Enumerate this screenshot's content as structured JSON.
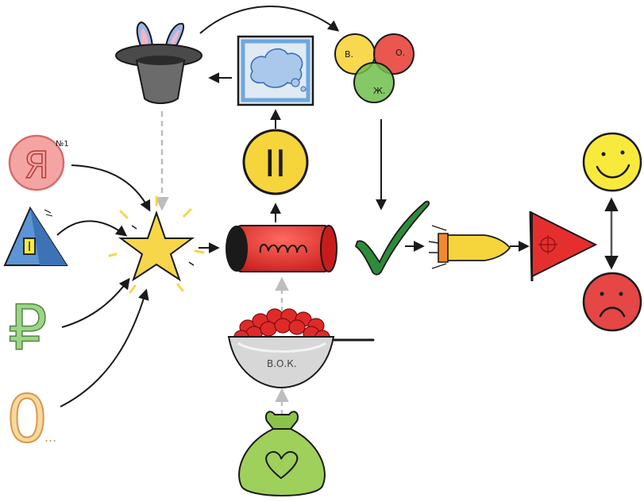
{
  "labels": {
    "ya": "Я",
    "ya_superscript": "№1",
    "ruble": "₽",
    "zero": "0",
    "zero_dots": "...",
    "pause": "II",
    "venn_b": "В.",
    "venn_o": "О.",
    "venn_zh": "Ж.",
    "bowl": "В.О.К."
  },
  "colors": {
    "accent_red": "#e52f2f",
    "accent_yellow": "#f6d43b",
    "accent_green": "#8bc34a",
    "check_green": "#2e7d32",
    "sky_blue": "#6fa6dc",
    "pink": "#f4a5a3",
    "sad_red": "#e54646",
    "happy_yellow": "#f8ea3c",
    "gray": "#555555",
    "arrow": "#1a1a1a",
    "dashed": "#bdbdbd"
  },
  "icons": [
    "top-hat-rabbit-icon",
    "picture-frame-cloud-icon",
    "venn-circles-icon",
    "ya-circle-icon",
    "pyramid-icon",
    "ruble-icon",
    "zero-icon",
    "sparkle-star-icon",
    "pause-circle-icon",
    "red-cylinder-coil-icon",
    "checkmark-icon",
    "bullet-icon",
    "red-flag-target-icon",
    "happy-face-icon",
    "sad-face-icon",
    "berry-bowl-icon",
    "heart-bag-icon"
  ]
}
